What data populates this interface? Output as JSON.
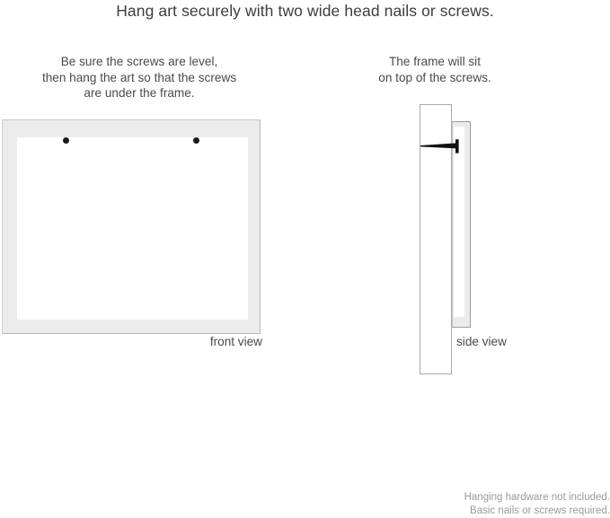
{
  "headline": "Hang art securely with two wide head nails or screws.",
  "captions": {
    "left": {
      "line1": "Be sure the screws are level,",
      "line2": "then hang the art so that the screws",
      "line3": "are under the frame."
    },
    "right": {
      "line1": "The frame will sit",
      "line2": "on top of the screws."
    }
  },
  "labels": {
    "front_view": "front view",
    "side_view": "side view"
  },
  "footer": {
    "line1": "Hanging hardware not included.",
    "line2": "Basic nails or screws required."
  },
  "diagram": {
    "front_view": {
      "frame_border_color": "#b9b9b9",
      "mat_color": "#ebebeb",
      "art_color": "#ffffff",
      "screw_color": "#1a1a1a",
      "screw_count": 2
    },
    "side_view": {
      "wall_color": "#ffffff",
      "wall_border_color": "#a9a9a9",
      "frame_color": "#ebebeb",
      "frame_border_color": "#9d9d9d",
      "screw_color": "#111111",
      "screw_count": 1
    }
  }
}
